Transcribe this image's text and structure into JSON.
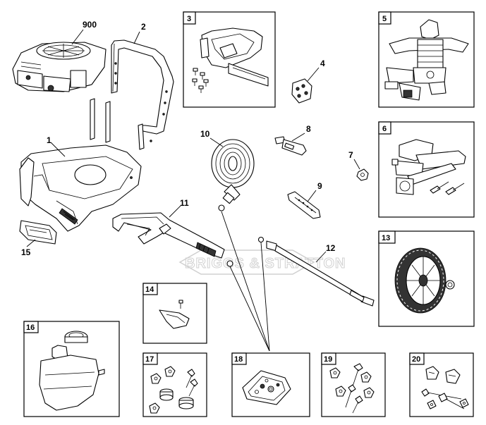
{
  "watermark": "BRIGGS & STRATTON",
  "callouts": {
    "c900": "900",
    "c1": "1",
    "c2": "2",
    "c4": "4",
    "c7": "7",
    "c8": "8",
    "c9": "9",
    "c10": "10",
    "c11": "11",
    "c12": "12",
    "c15": "15"
  },
  "boxes": {
    "b3": "3",
    "b5": "5",
    "b6": "6",
    "b13": "13",
    "b14": "14",
    "b16": "16",
    "b17": "17",
    "b18": "18",
    "b19": "19",
    "b20": "20"
  }
}
